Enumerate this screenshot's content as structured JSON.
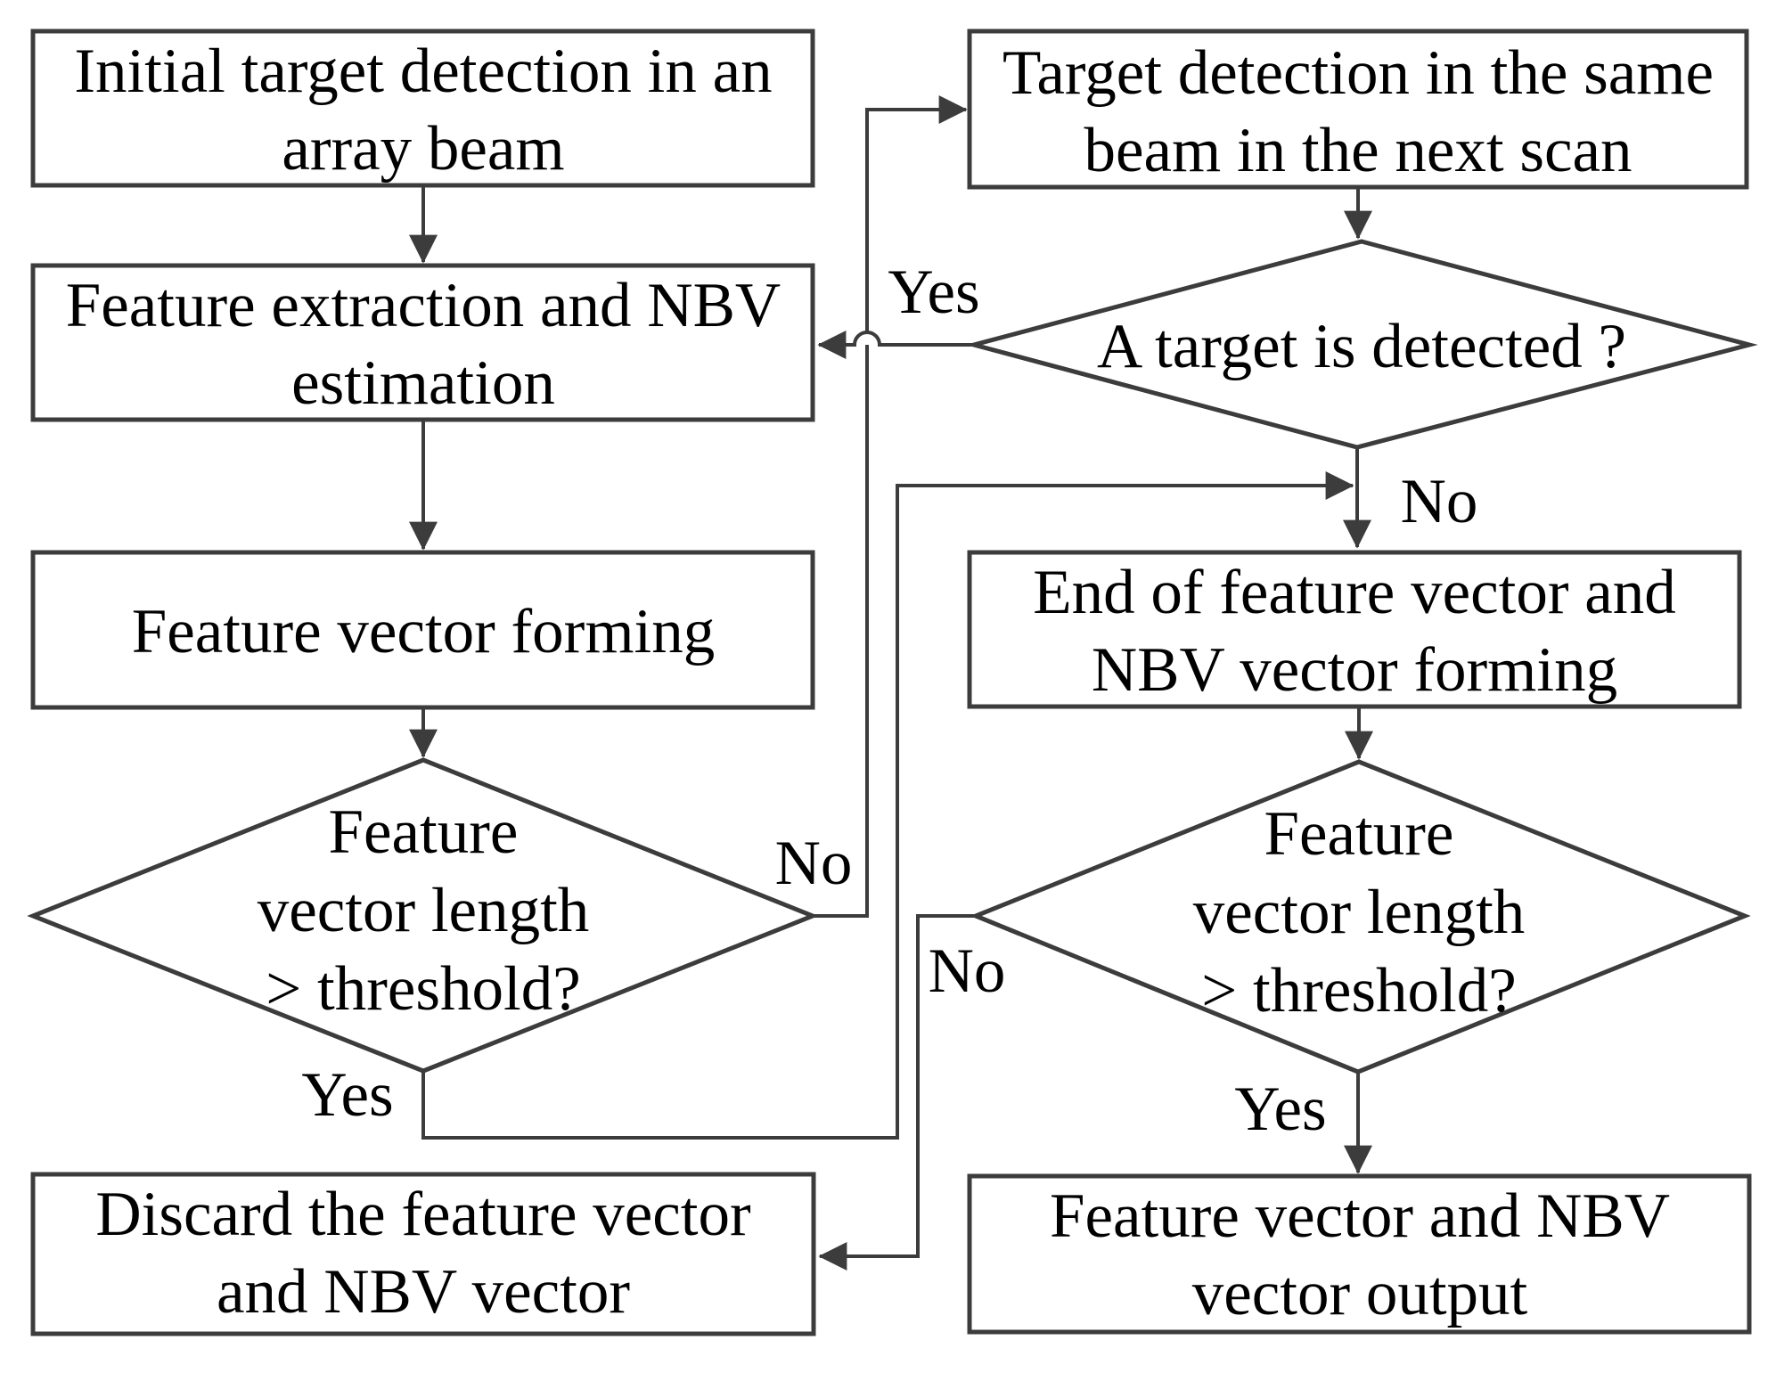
{
  "flowchart": {
    "colors": {
      "line": "#3c3c3c",
      "text": "#000000",
      "background": "#ffffff"
    },
    "nodes": {
      "initial_detection": {
        "shape": "rect",
        "line1": "Initial target detection in an",
        "line2": "array beam"
      },
      "feature_extraction": {
        "shape": "rect",
        "line1": "Feature extraction and NBV",
        "line2": "estimation"
      },
      "feature_vector_forming": {
        "shape": "rect",
        "line1": "Feature vector forming"
      },
      "left_threshold_decision": {
        "shape": "diamond",
        "line1": "Feature",
        "line2": "vector length",
        "line3": "> threshold?"
      },
      "target_detection_next_scan": {
        "shape": "rect",
        "line1": "Target detection in the same",
        "line2": "beam in the next scan"
      },
      "target_detected_decision": {
        "shape": "diamond",
        "line1": "A target is detected ?"
      },
      "end_of_forming": {
        "shape": "rect",
        "line1": "End of feature vector and",
        "line2": "NBV vector forming"
      },
      "right_threshold_decision": {
        "shape": "diamond",
        "line1": "Feature",
        "line2": "vector length",
        "line3": "> threshold?"
      },
      "discard": {
        "shape": "rect",
        "line1": "Discard the feature vector",
        "line2": "and NBV vector"
      },
      "output": {
        "shape": "rect",
        "line1": "Feature vector and NBV",
        "line2": "vector output"
      }
    },
    "edge_labels": {
      "target_detected_yes": "Yes",
      "target_detected_no": "No",
      "left_threshold_no": "No",
      "left_threshold_yes": "Yes",
      "right_threshold_no": "No",
      "right_threshold_yes": "Yes"
    }
  }
}
